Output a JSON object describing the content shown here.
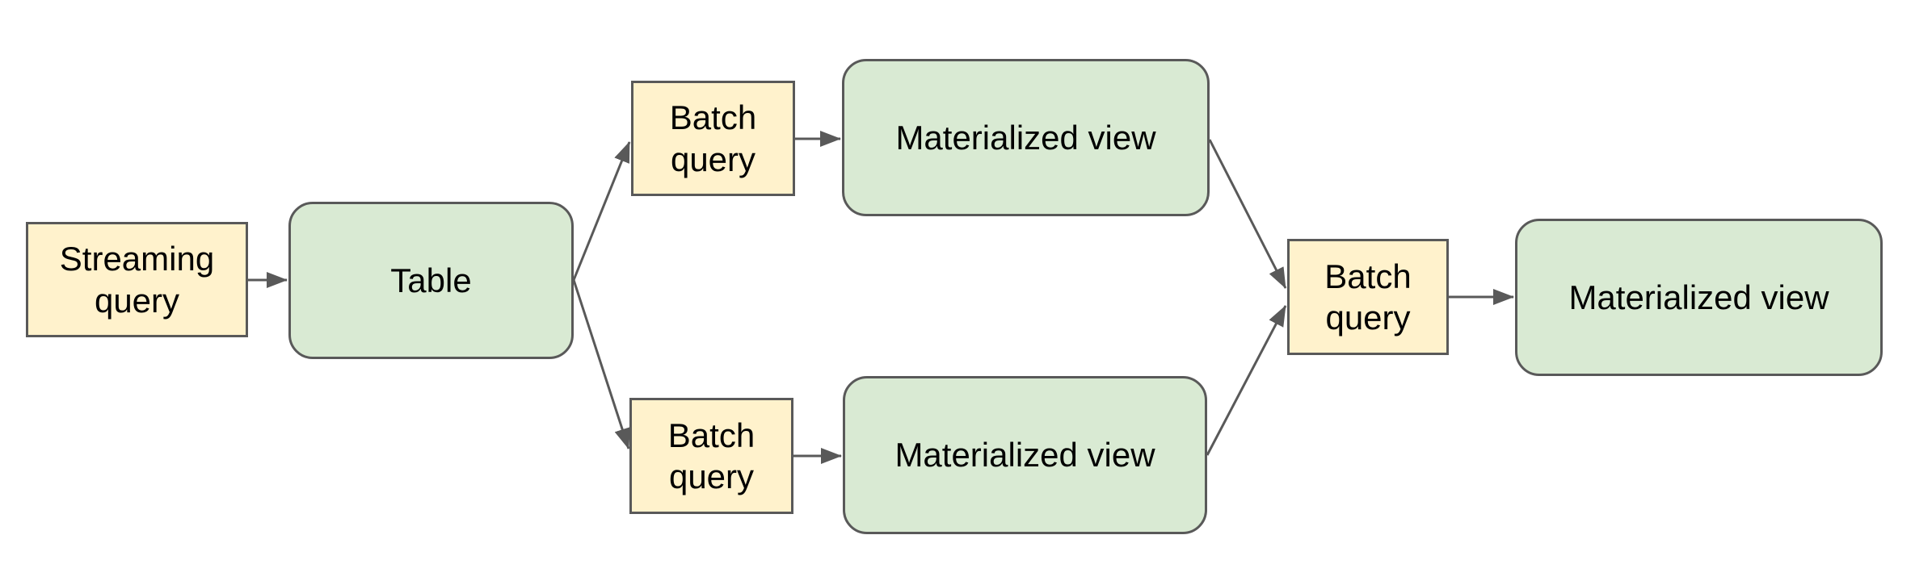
{
  "diagram": {
    "type": "flowchart",
    "colors": {
      "query_fill": "#fff2cc",
      "view_fill": "#d9ead3",
      "shape_border": "#595959",
      "connector": "#595959",
      "text": "#000000",
      "canvas_background": "#ffffff"
    },
    "nodes": {
      "streaming_query": {
        "label": "Streaming query",
        "kind": "query",
        "shape": "rectangle"
      },
      "table": {
        "label": "Table",
        "kind": "table",
        "shape": "rounded-rectangle"
      },
      "batch_query_top": {
        "label": "Batch query",
        "kind": "query",
        "shape": "rectangle"
      },
      "materialized_view_top": {
        "label": "Materialized view",
        "kind": "view",
        "shape": "rounded-rectangle"
      },
      "batch_query_bottom": {
        "label": "Batch query",
        "kind": "query",
        "shape": "rectangle"
      },
      "materialized_view_bottom": {
        "label": "Materialized view",
        "kind": "view",
        "shape": "rounded-rectangle"
      },
      "batch_query_merge": {
        "label": "Batch query",
        "kind": "query",
        "shape": "rectangle"
      },
      "materialized_view_final": {
        "label": "Materialized view",
        "kind": "view",
        "shape": "rounded-rectangle"
      }
    },
    "edges": [
      {
        "from": "streaming_query",
        "to": "table"
      },
      {
        "from": "table",
        "to": "batch_query_top"
      },
      {
        "from": "table",
        "to": "batch_query_bottom"
      },
      {
        "from": "batch_query_top",
        "to": "materialized_view_top"
      },
      {
        "from": "batch_query_bottom",
        "to": "materialized_view_bottom"
      },
      {
        "from": "materialized_view_top",
        "to": "batch_query_merge"
      },
      {
        "from": "materialized_view_bottom",
        "to": "batch_query_merge"
      },
      {
        "from": "batch_query_merge",
        "to": "materialized_view_final"
      }
    ]
  }
}
